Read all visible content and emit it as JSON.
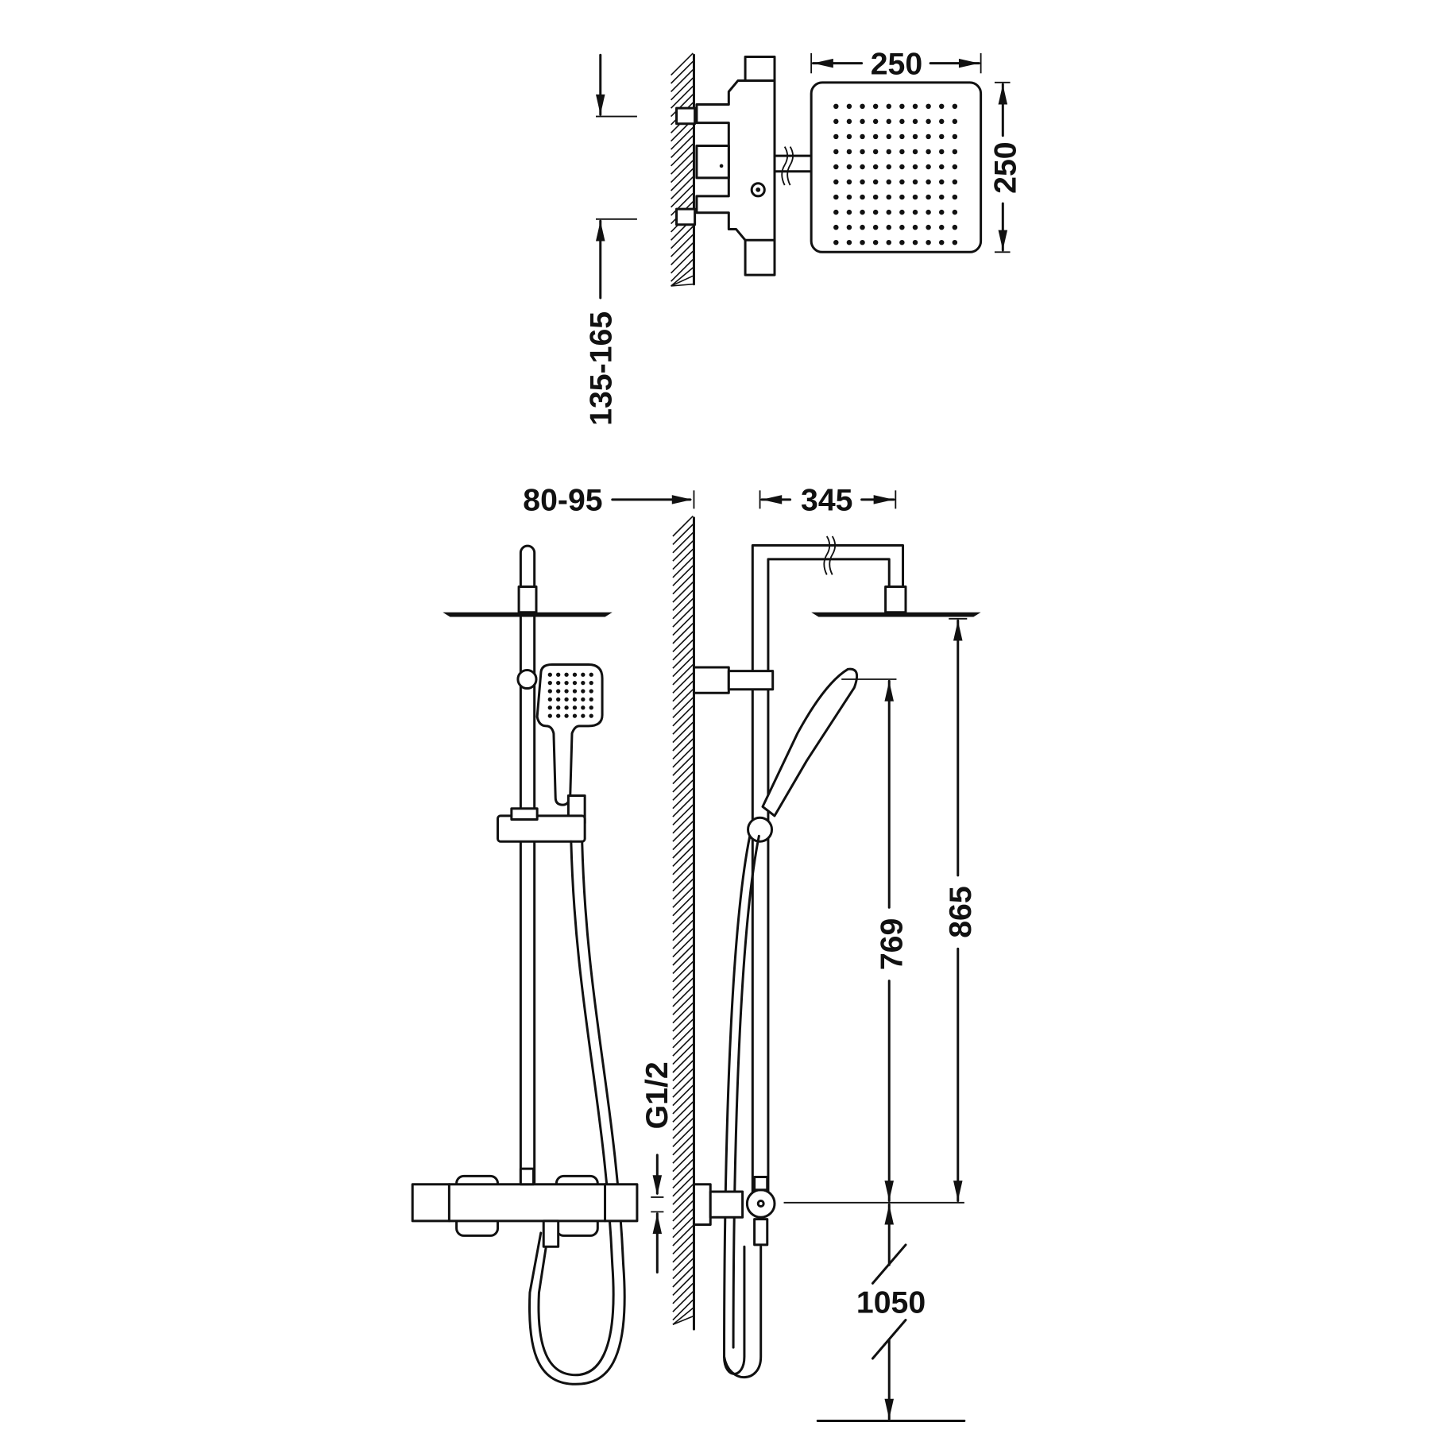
{
  "title": "Thermostatic shower column dimension drawing",
  "dimensions": {
    "head_width": "250",
    "head_depth": "250",
    "inlet_spacing": "135-165",
    "wall_offset": "80-95",
    "arm_projection": "345",
    "handshower_height": "769",
    "head_height": "865",
    "connection_thread": "G1/2",
    "install_height": "1050"
  },
  "colors": {
    "line": "#111111",
    "background": "#ffffff"
  }
}
